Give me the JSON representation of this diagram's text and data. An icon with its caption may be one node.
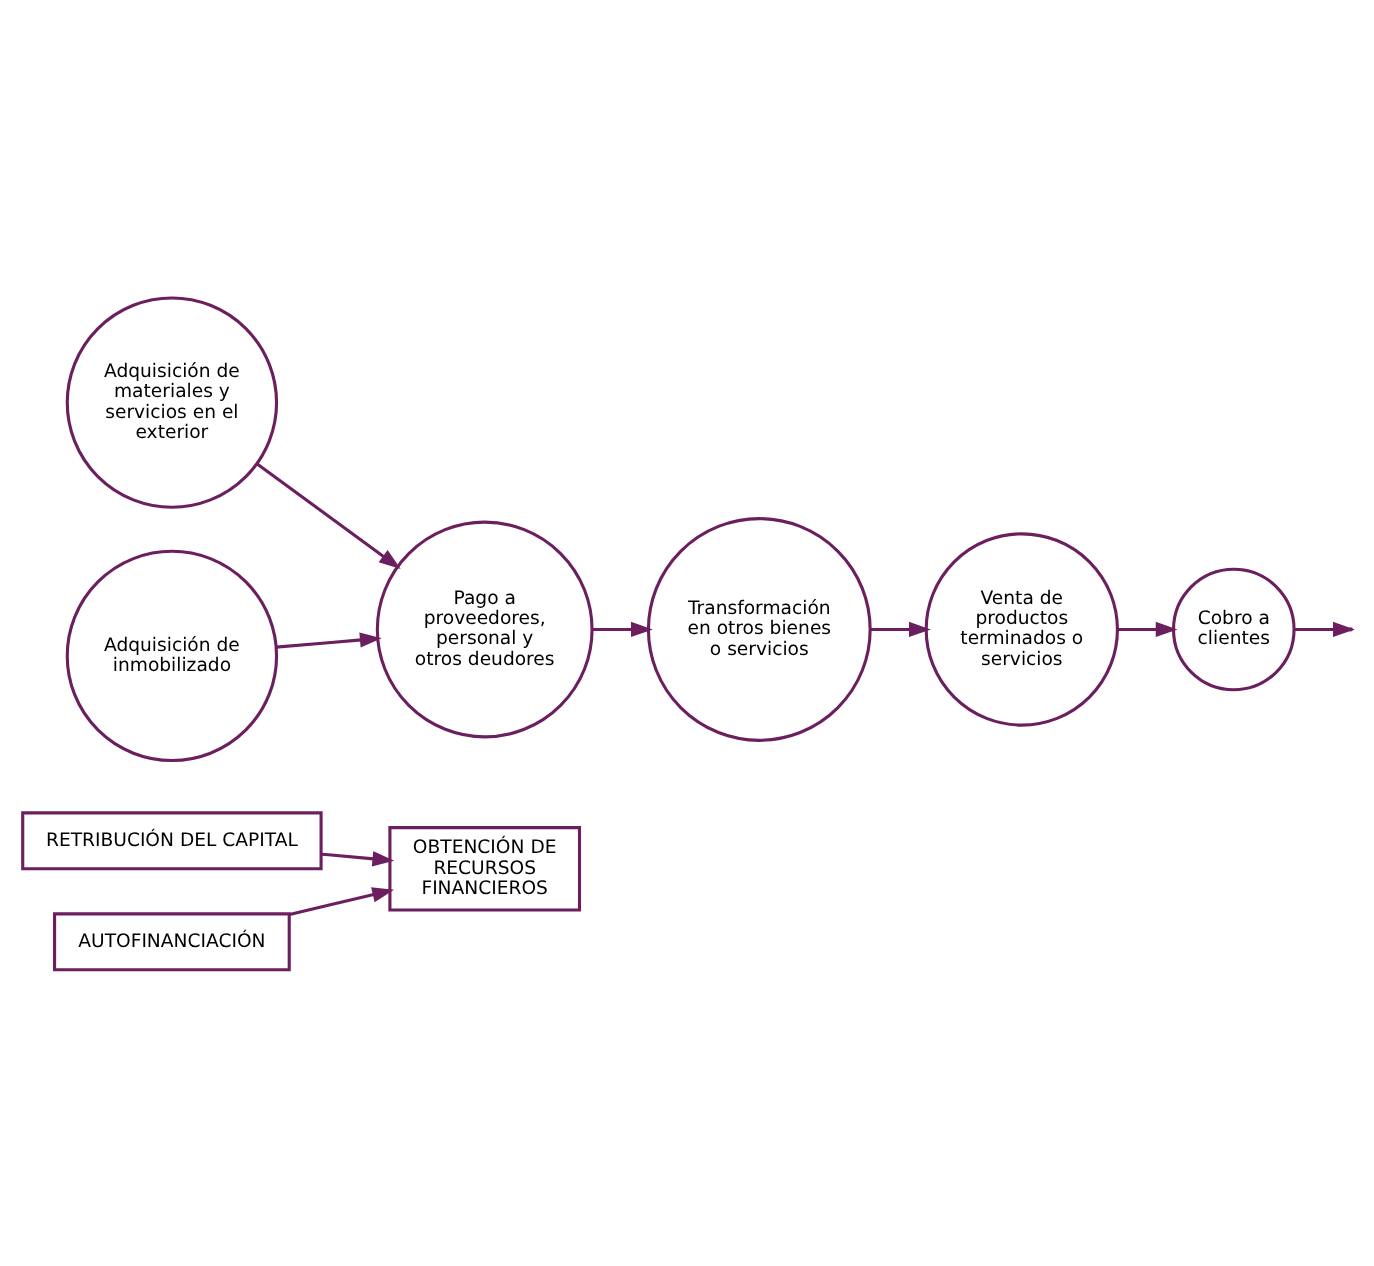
{
  "diagram": {
    "nodes": [
      {
        "text": [
          "OBTENCIÓN DE RECURSOS FINANCIEROS"
        ]
      },
      {
        "text": [
          "Adquisición de materiales y servicios en el exterior"
        ]
      },
      {
        "text": [
          "Pago a proveedores, personal y otros deudores"
        ]
      },
      {
        "text": [
          "Adquisición de inmobilizado"
        ]
      },
      {
        "text": [
          "Transformación en otros bienes o servicios"
        ]
      },
      {
        "text": [
          "Venta de productos terminados o servicios"
        ]
      },
      {
        "text": [
          "Cobro a clientes"
        ]
      },
      {
        "text": [
          "RETRIBUCIÓN DEL CAPITAL"
        ]
      },
      {
        "text": [
          "AUTOFINANCIACIÓN"
        ]
      }
    ],
    "edges": [
      {
        "from": 1,
        "to": 2,
        "arrow": "to"
      },
      {
        "from": 3,
        "to": 2,
        "arrow": "to"
      },
      {
        "from": 2,
        "to": 4,
        "arrow": "to"
      },
      {
        "from": 4,
        "to": 5,
        "arrow": "to"
      },
      {
        "from": 5,
        "to": 6,
        "arrow": "to"
      },
      {
        "from": 6,
        "to": null,
        "arrow": "to"
      },
      {
        "from": 7,
        "to": 0,
        "arrow": "to"
      },
      {
        "from": 8,
        "to": 0,
        "arrow": "to"
      }
    ]
  }
}
